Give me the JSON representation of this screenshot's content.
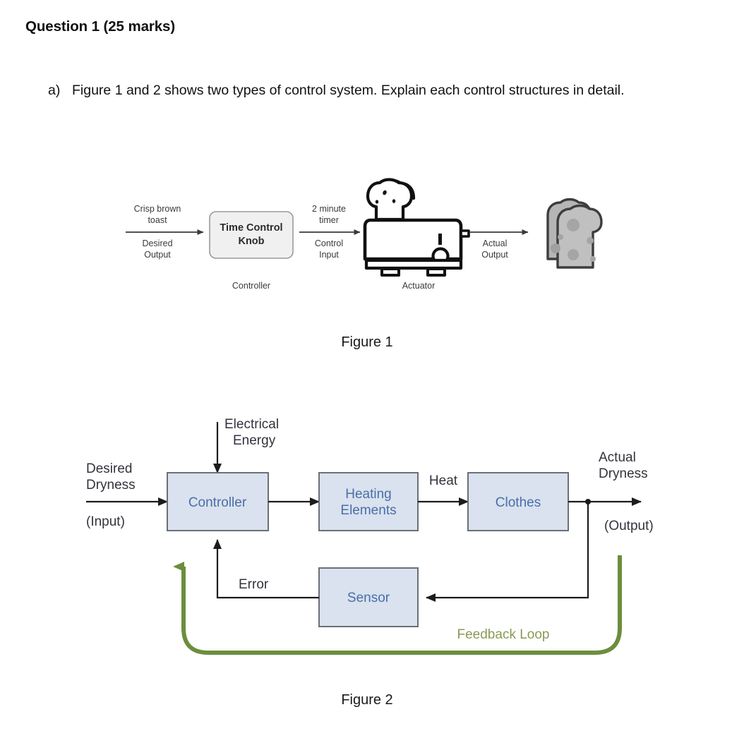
{
  "document": {
    "question_title": "Question 1 (25 marks)",
    "item_marker": "a)",
    "item_text": "Figure 1 and 2 shows two types of control system. Explain each control structures in detail.",
    "figure1_caption": "Figure 1",
    "figure2_caption": "Figure 2"
  },
  "figure1": {
    "input_label_top": "Crisp brown",
    "input_label_top2": "toast",
    "input_label_bottom": "Desired",
    "input_label_bottom2": "Output",
    "controller_box_line1": "Time Control",
    "controller_box_line2": "Knob",
    "controller_caption": "Controller",
    "control_label_top": "2 minute",
    "control_label_top2": "timer",
    "control_label_bottom": "Control",
    "control_label_bottom2": "Input",
    "actuator_caption": "Actuator",
    "output_label": "Actual",
    "output_label2": "Output",
    "icons": {
      "actuator": "toaster-icon",
      "output": "toast-slices-icon"
    },
    "colors": {
      "box_fill": "#f0f0f0",
      "box_border": "#9a9a9a",
      "line": "#3a3a3a",
      "icon_line": "#111111",
      "toast_fill": "#b5b5b5"
    }
  },
  "figure2": {
    "input_label_line1": "Desired",
    "input_label_line2": "Dryness",
    "input_label_line3": "(Input)",
    "energy_label_line1": "Electrical",
    "energy_label_line2": "Energy",
    "box_controller": "Controller",
    "box_heating_line1": "Heating",
    "box_heating_line2": "Elements",
    "box_clothes": "Clothes",
    "box_sensor": "Sensor",
    "heat_label": "Heat",
    "error_label": "Error",
    "output_label_line1": "Actual",
    "output_label_line2": "Dryness",
    "output_label_line3": "(Output)",
    "feedback_label": "Feedback Loop",
    "colors": {
      "box_fill": "#d9e2ee",
      "box_border": "#6b7075",
      "box_text": "#4a6ea8",
      "line": "#1c1c1c",
      "label_text": "#33333d",
      "feedback_line": "#6b8e3d",
      "feedback_text": "#8a9a56"
    }
  }
}
